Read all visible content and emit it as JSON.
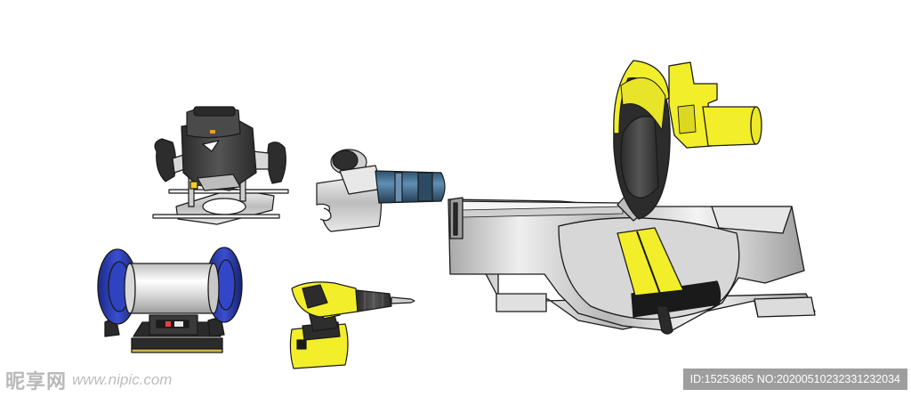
{
  "scene": {
    "objects": [
      {
        "name": "plunge-router",
        "kind": "power tool"
      },
      {
        "name": "angle-grinder",
        "kind": "power tool"
      },
      {
        "name": "miter-saw",
        "kind": "power tool"
      },
      {
        "name": "bench-grinder",
        "kind": "power tool"
      },
      {
        "name": "cordless-drill",
        "kind": "power tool"
      }
    ],
    "colors": {
      "background": "#ffffff",
      "outline": "#1a1a1a",
      "yellow": "#f2ee2a",
      "metal_light": "#e4e4e4",
      "metal_dark": "#8c8c8c",
      "blue_disc": "#2a3bb8",
      "grinder_blue": "#3f6f95",
      "dark_body": "#3a3a3a"
    }
  },
  "watermark": {
    "logo_text": "昵享网",
    "url": "www.nipic.com",
    "id_text": "ID:15253685 NO:20200510232331232034"
  }
}
